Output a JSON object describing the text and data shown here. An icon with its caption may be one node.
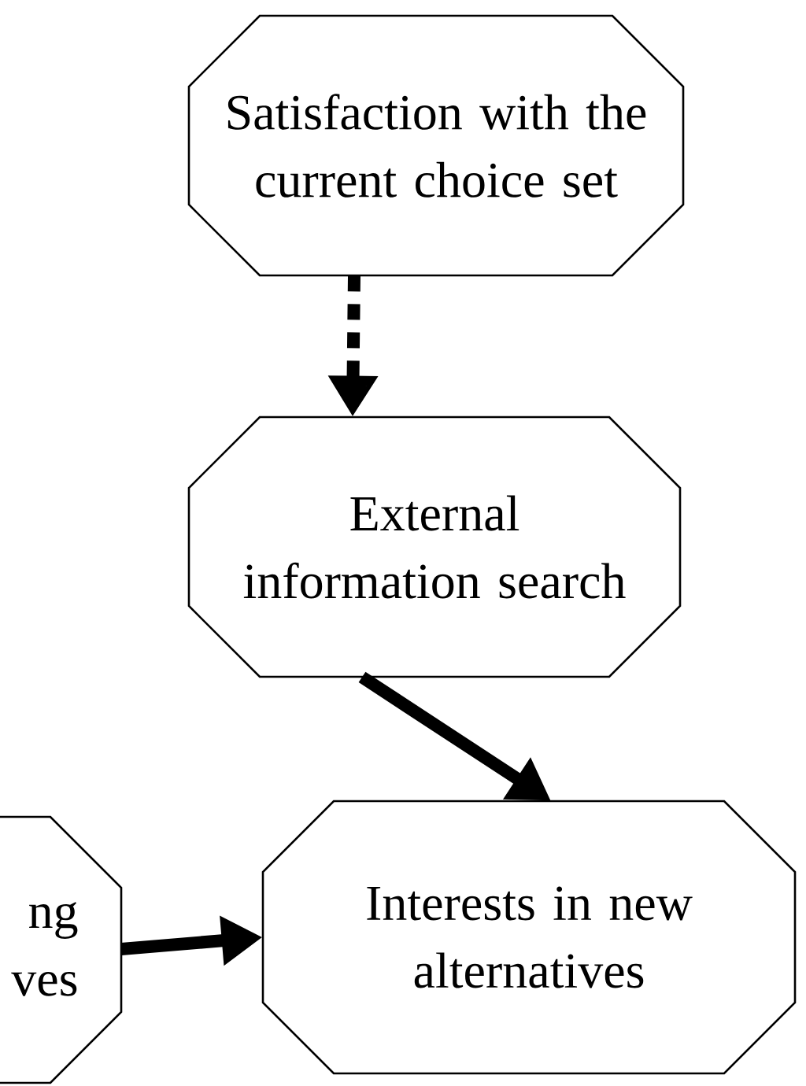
{
  "diagram": {
    "nodes": [
      {
        "text": [
          "Satisfaction with the current choice set"
        ]
      },
      {
        "text": [
          "External information search"
        ]
      },
      {
        "text": [
          "ng ves"
        ]
      },
      {
        "text": [
          "Interests in new alternatives"
        ]
      }
    ],
    "edges": [
      {
        "from": 0,
        "to": 1,
        "arrow": "to",
        "style": "dashed"
      },
      {
        "from": 1,
        "to": 3,
        "arrow": "to"
      },
      {
        "from": 2,
        "to": 3,
        "arrow": "to"
      }
    ]
  }
}
